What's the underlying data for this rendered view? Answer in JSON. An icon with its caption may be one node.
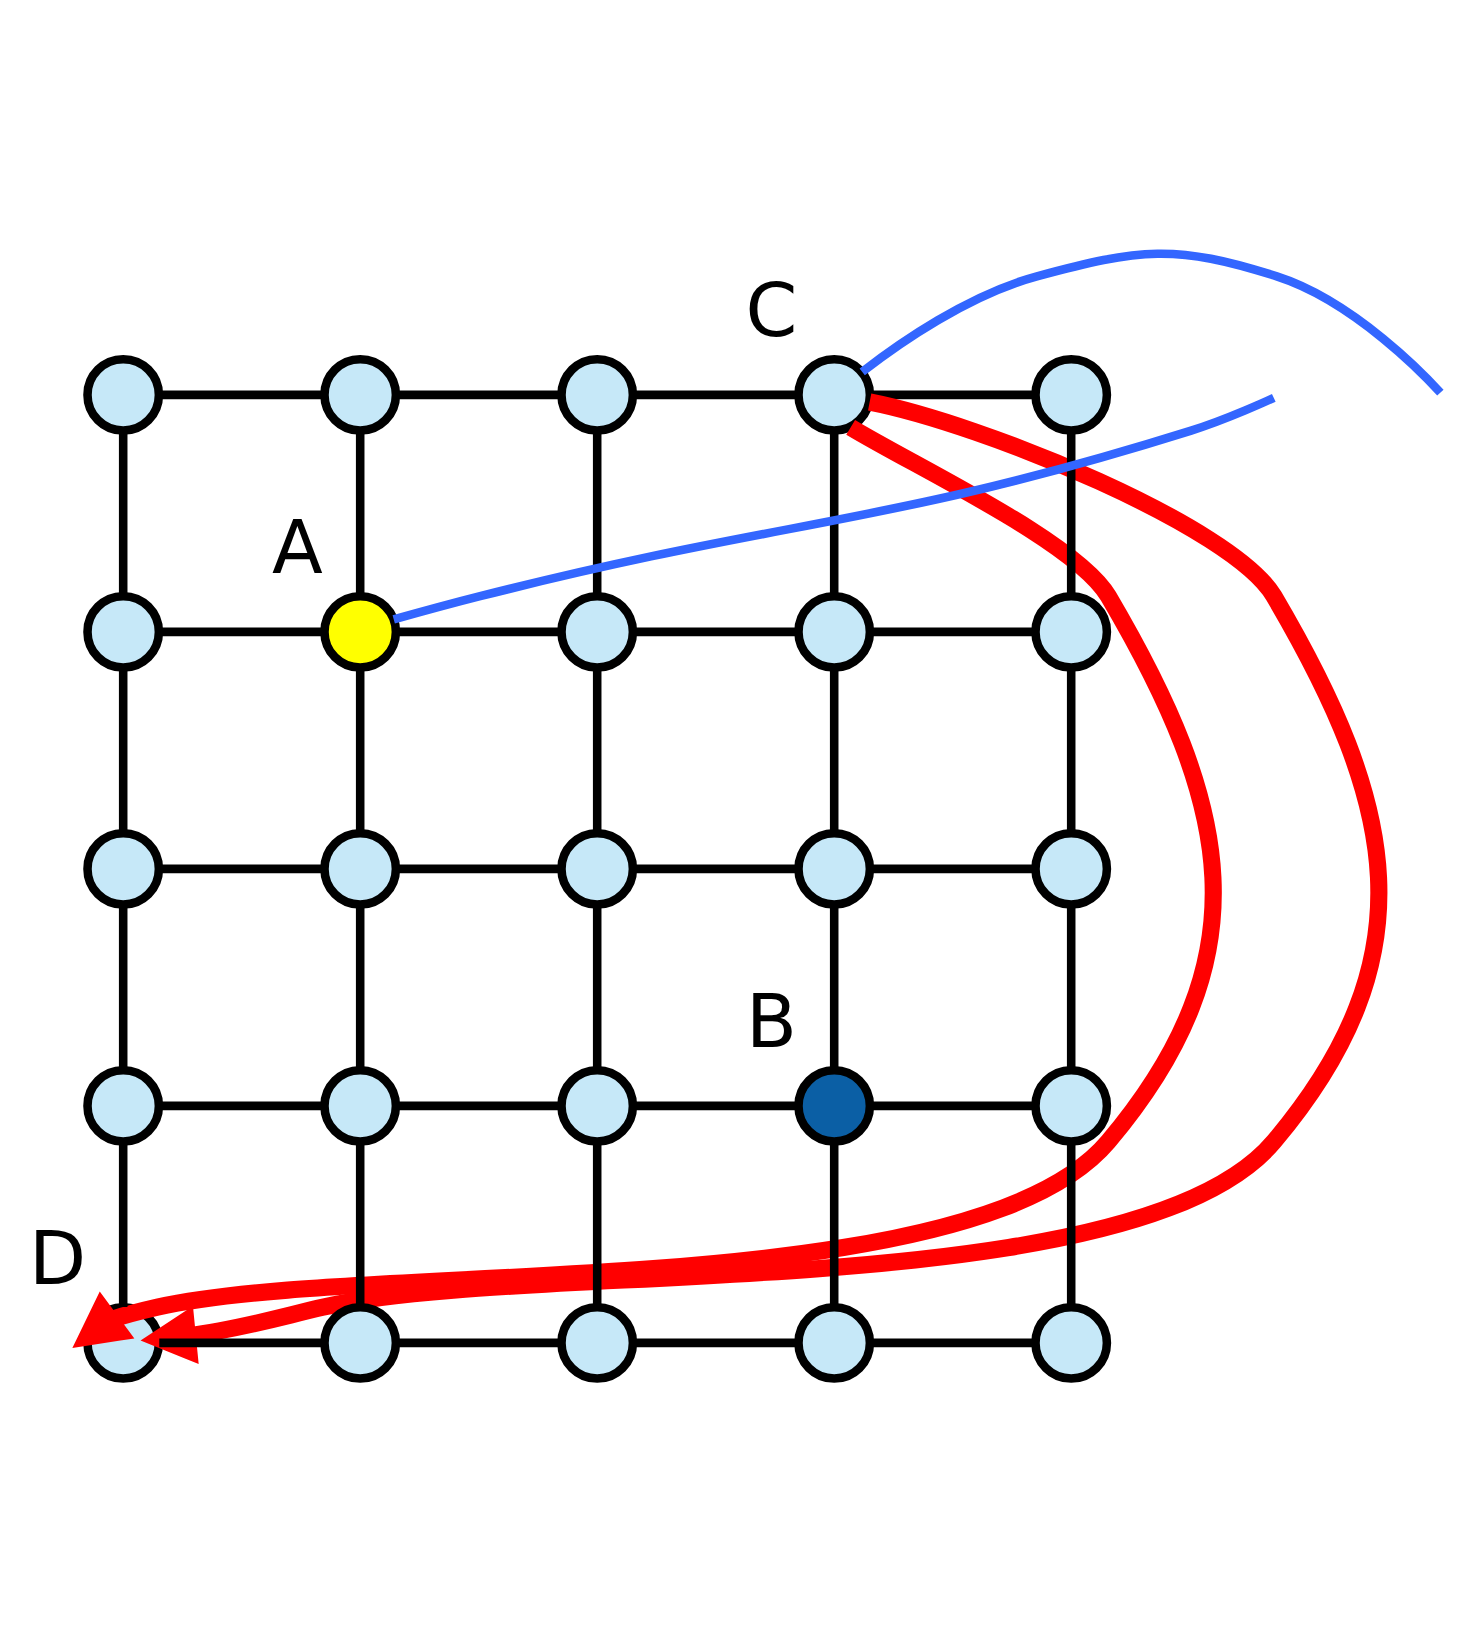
{
  "diagram": {
    "nodes": [
      {
        "text": [],
        "shape": "circle"
      },
      {
        "text": [],
        "shape": "circle"
      },
      {
        "text": [],
        "shape": "circle"
      },
      {
        "text": [],
        "shape": "circle",
        "beside": [
          "C"
        ]
      },
      {
        "text": [],
        "shape": "circle"
      },
      {
        "text": [],
        "shape": "circle"
      },
      {
        "text": [],
        "shape": "circle",
        "beside": [
          "A"
        ]
      },
      {
        "text": [],
        "shape": "circle"
      },
      {
        "text": [],
        "shape": "circle"
      },
      {
        "text": [],
        "shape": "circle"
      },
      {
        "text": [],
        "shape": "circle"
      },
      {
        "text": [],
        "shape": "circle"
      },
      {
        "text": [],
        "shape": "circle"
      },
      {
        "text": [],
        "shape": "circle"
      },
      {
        "text": [],
        "shape": "circle"
      },
      {
        "text": [],
        "shape": "circle"
      },
      {
        "text": [],
        "shape": "circle"
      },
      {
        "text": [],
        "shape": "circle"
      },
      {
        "text": [],
        "shape": "circle",
        "beside": [
          "B"
        ]
      },
      {
        "text": [],
        "shape": "circle"
      },
      {
        "text": [],
        "shape": "circle",
        "beside": [
          "D"
        ]
      },
      {
        "text": [],
        "shape": "circle"
      },
      {
        "text": [],
        "shape": "circle"
      },
      {
        "text": [],
        "shape": "circle"
      },
      {
        "text": [],
        "shape": "circle"
      }
    ],
    "edges": [
      {
        "from": 0,
        "to": 1,
        "arrow": "none"
      },
      {
        "from": 1,
        "to": 2,
        "arrow": "none"
      },
      {
        "from": 2,
        "to": 3,
        "arrow": "none"
      },
      {
        "from": 3,
        "to": 4,
        "arrow": "none"
      },
      {
        "from": 5,
        "to": 6,
        "arrow": "none"
      },
      {
        "from": 6,
        "to": 7,
        "arrow": "none"
      },
      {
        "from": 7,
        "to": 8,
        "arrow": "none"
      },
      {
        "from": 8,
        "to": 9,
        "arrow": "none"
      },
      {
        "from": 10,
        "to": 11,
        "arrow": "none"
      },
      {
        "from": 11,
        "to": 12,
        "arrow": "none"
      },
      {
        "from": 12,
        "to": 13,
        "arrow": "none"
      },
      {
        "from": 13,
        "to": 14,
        "arrow": "none"
      },
      {
        "from": 15,
        "to": 16,
        "arrow": "none"
      },
      {
        "from": 16,
        "to": 17,
        "arrow": "none"
      },
      {
        "from": 17,
        "to": 18,
        "arrow": "none"
      },
      {
        "from": 18,
        "to": 19,
        "arrow": "none"
      },
      {
        "from": 20,
        "to": 21,
        "arrow": "none"
      },
      {
        "from": 21,
        "to": 22,
        "arrow": "none"
      },
      {
        "from": 22,
        "to": 23,
        "arrow": "none"
      },
      {
        "from": 23,
        "to": 24,
        "arrow": "none"
      },
      {
        "from": 0,
        "to": 5,
        "arrow": "none"
      },
      {
        "from": 5,
        "to": 10,
        "arrow": "none"
      },
      {
        "from": 10,
        "to": 15,
        "arrow": "none"
      },
      {
        "from": 15,
        "to": 20,
        "arrow": "none"
      },
      {
        "from": 1,
        "to": 6,
        "arrow": "none"
      },
      {
        "from": 6,
        "to": 11,
        "arrow": "none"
      },
      {
        "from": 11,
        "to": 16,
        "arrow": "none"
      },
      {
        "from": 16,
        "to": 21,
        "arrow": "none"
      },
      {
        "from": 2,
        "to": 7,
        "arrow": "none"
      },
      {
        "from": 7,
        "to": 12,
        "arrow": "none"
      },
      {
        "from": 12,
        "to": 17,
        "arrow": "none"
      },
      {
        "from": 17,
        "to": 22,
        "arrow": "none"
      },
      {
        "from": 3,
        "to": 8,
        "arrow": "none"
      },
      {
        "from": 8,
        "to": 13,
        "arrow": "none"
      },
      {
        "from": 13,
        "to": 18,
        "arrow": "none"
      },
      {
        "from": 18,
        "to": 23,
        "arrow": "none"
      },
      {
        "from": 4,
        "to": 9,
        "arrow": "none"
      },
      {
        "from": 9,
        "to": 14,
        "arrow": "none"
      },
      {
        "from": 14,
        "to": 19,
        "arrow": "none"
      },
      {
        "from": 19,
        "to": 24,
        "arrow": "none"
      },
      {
        "from": 3,
        "to": 20,
        "arrow": "to",
        "style": "thick",
        "color": "#ff0000"
      },
      {
        "from": 3,
        "to": 20,
        "arrow": "to",
        "style": "thick",
        "color": "#ff0000"
      },
      {
        "from": null,
        "to": 6,
        "arrow": "none",
        "color": "#3366ff"
      },
      {
        "from": null,
        "to": 3,
        "arrow": "none",
        "color": "#3366ff"
      }
    ]
  }
}
